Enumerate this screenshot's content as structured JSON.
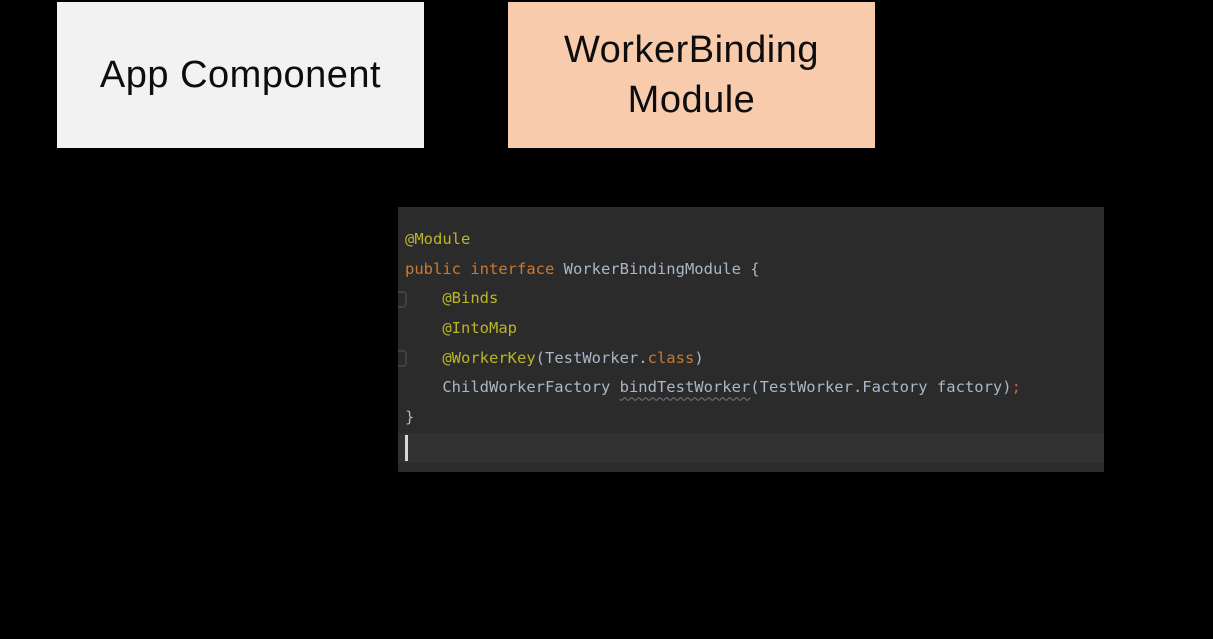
{
  "diagram": {
    "app_component": {
      "label": "App Component",
      "bg_color": "#f2f2f2"
    },
    "worker_binding_module": {
      "label": "WorkerBinding Module",
      "bg_color": "#f8cbad"
    }
  },
  "editor": {
    "bg_color": "#2b2b2b",
    "current_line_bg_color": "#323232",
    "colors": {
      "annotation": "#bbb529",
      "keyword": "#cc7832",
      "plain": "#a9b7c6",
      "error": "#cf5b43"
    },
    "gutter_icons": [
      {
        "name": "dagger-binding-gutter-icon",
        "at_line": "@Binds"
      },
      {
        "name": "dagger-binding-gutter-icon",
        "at_line": "@WorkerKey"
      }
    ],
    "code_text": "@Module\npublic interface WorkerBindingModule {\n    @Binds\n    @IntoMap\n    @WorkerKey(TestWorker.class)\n    ChildWorkerFactory bindTestWorker(TestWorker.Factory factory);\n}\n",
    "lines": [
      {
        "tokens": [
          {
            "t": "@Module",
            "c": "ann"
          }
        ]
      },
      {
        "tokens": [
          {
            "t": "public interface ",
            "c": "kw"
          },
          {
            "t": "WorkerBindingModule {",
            "c": "plain"
          }
        ]
      },
      {
        "tokens": [
          {
            "t": "    ",
            "c": "plain"
          },
          {
            "t": "@Binds",
            "c": "ann"
          }
        ]
      },
      {
        "tokens": [
          {
            "t": "    ",
            "c": "plain"
          },
          {
            "t": "@IntoMap",
            "c": "ann"
          }
        ]
      },
      {
        "tokens": [
          {
            "t": "    ",
            "c": "plain"
          },
          {
            "t": "@WorkerKey",
            "c": "ann"
          },
          {
            "t": "(TestWorker.",
            "c": "plain"
          },
          {
            "t": "class",
            "c": "kw"
          },
          {
            "t": ")",
            "c": "plain"
          }
        ]
      },
      {
        "tokens": [
          {
            "t": "    ChildWorkerFactory ",
            "c": "plain"
          },
          {
            "t": "bindTestWorker",
            "c": "unused"
          },
          {
            "t": "(TestWorker.Factory factory)",
            "c": "plain"
          },
          {
            "t": ";",
            "c": "err"
          }
        ]
      },
      {
        "tokens": [
          {
            "t": "}",
            "c": "plain"
          }
        ]
      },
      {
        "caret": true,
        "tokens": []
      }
    ]
  }
}
